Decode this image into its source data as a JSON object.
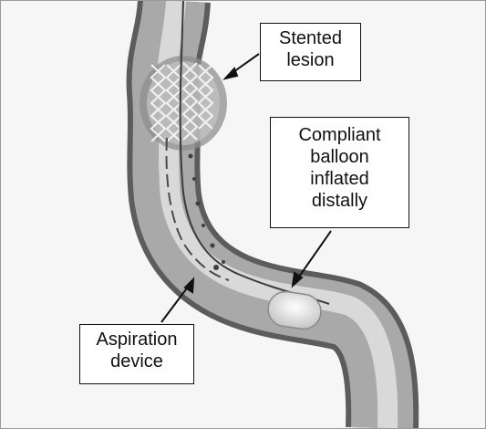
{
  "labels": {
    "stented_lesion": [
      "Stented",
      "lesion"
    ],
    "compliant_balloon": [
      "Compliant",
      "balloon",
      "inflated",
      "distally"
    ],
    "aspiration_device": [
      "Aspiration",
      "device"
    ]
  },
  "colors": {
    "background": "#f6f6f6",
    "vessel_dark": "#5c5c5c",
    "vessel_light": "#c8c8c8",
    "label_border": "#111111"
  }
}
